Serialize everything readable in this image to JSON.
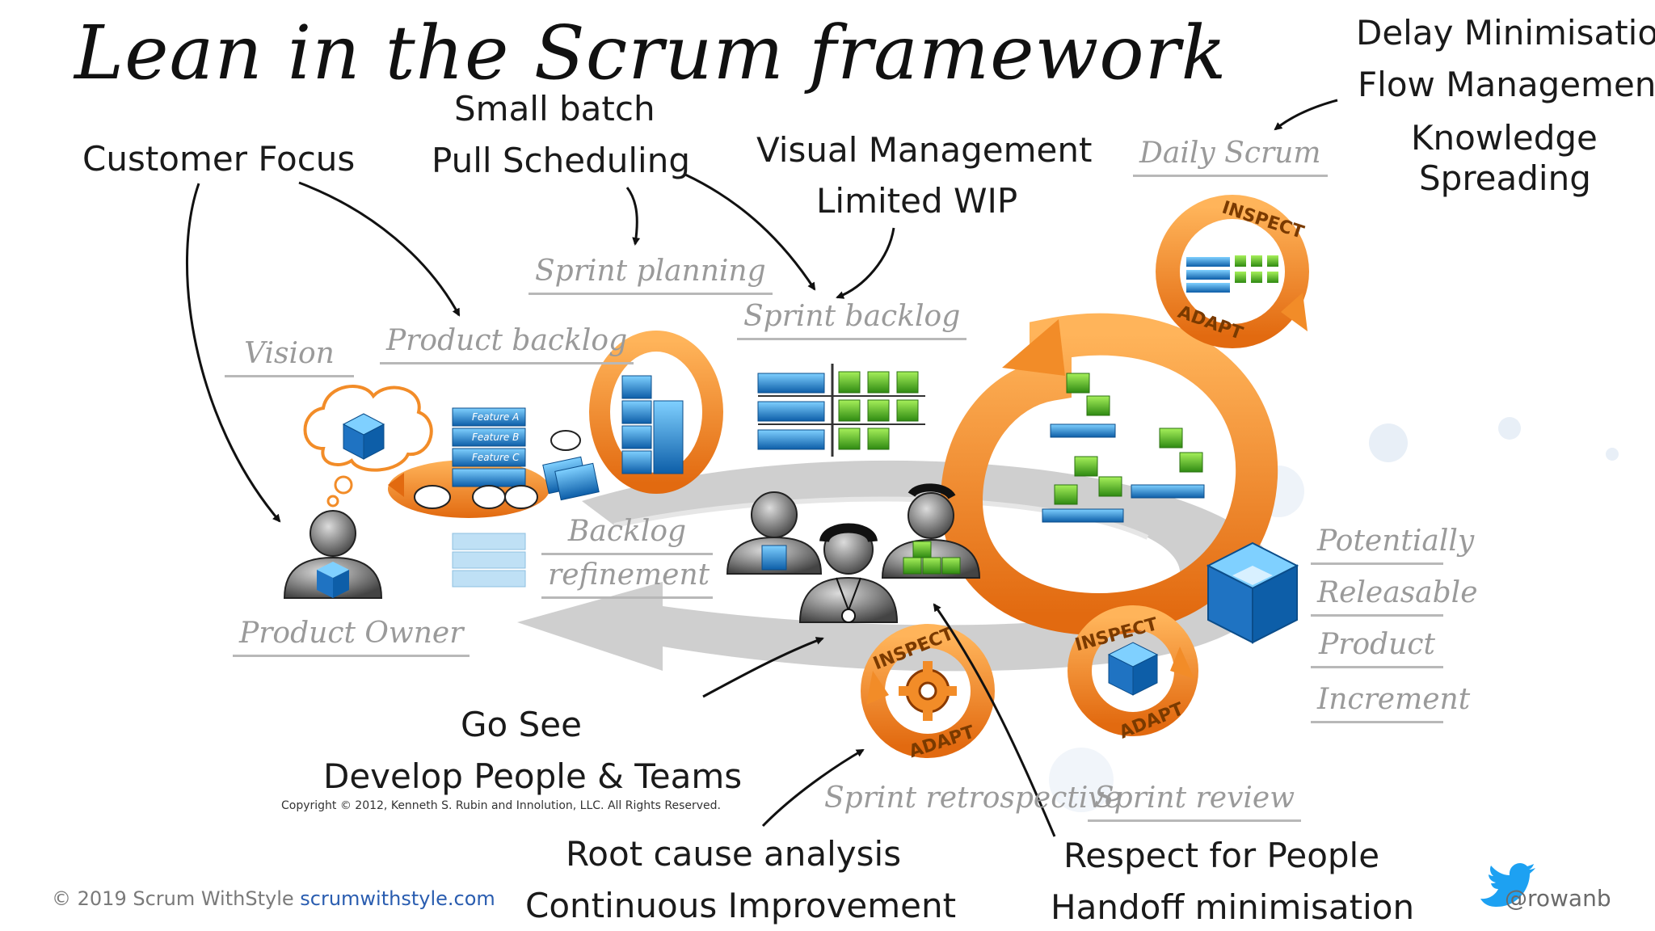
{
  "title": "Lean in the Scrum framework",
  "lean_principles": {
    "customer_focus": "Customer Focus",
    "small_batch": "Small batch",
    "pull_scheduling": "Pull Scheduling",
    "visual_management": "Visual Management",
    "limited_wip": "Limited WIP",
    "delay_minimisation": "Delay Minimisation",
    "flow_management": "Flow Management",
    "knowledge_spreading_1": "Knowledge",
    "knowledge_spreading_2": "Spreading",
    "go_see": "Go See",
    "develop_people": "Develop People & Teams",
    "root_cause": "Root cause analysis",
    "continuous_improvement": "Continuous Improvement",
    "respect_for_people": "Respect for People",
    "handoff_minimisation": "Handoff minimisation"
  },
  "scrum_elements": {
    "vision": "Vision",
    "product_backlog": "Product backlog",
    "sprint_planning": "Sprint planning",
    "sprint_backlog": "Sprint backlog",
    "daily_scrum": "Daily Scrum",
    "backlog_1": "Backlog",
    "backlog_2": "refinement",
    "product_owner": "Product Owner",
    "increment_1": "Potentially",
    "increment_2": "Releasable",
    "increment_3": "Product",
    "increment_4": "Increment",
    "sprint_retrospective": "Sprint retrospective",
    "sprint_review": "Sprint review"
  },
  "cycle_labels": {
    "inspect": "INSPECT",
    "adapt": "ADAPT"
  },
  "backlog_items": [
    "Feature A",
    "Feature B",
    "Feature C"
  ],
  "copyright": "Copyright © 2012, Kenneth S. Rubin and Innolution, LLC. All Rights Reserved.",
  "footer": {
    "text": "© 2019 Scrum WithStyle ",
    "link": "scrumwithstyle.com",
    "handle": "@rowanb"
  },
  "colors": {
    "accent_orange": "#f28c28",
    "accent_blue": "#1f73c2",
    "accent_green": "#5ab52e",
    "track_grey": "#cfcfcf",
    "stage_grey": "#9a9a9a",
    "twitter_blue": "#1da1f2"
  },
  "icons": [
    "product-owner-person-icon",
    "team-member-person-icon",
    "scrum-master-person-icon",
    "thought-bubble-icon",
    "cube-icon",
    "gear-icon",
    "twitter-bird-icon"
  ]
}
